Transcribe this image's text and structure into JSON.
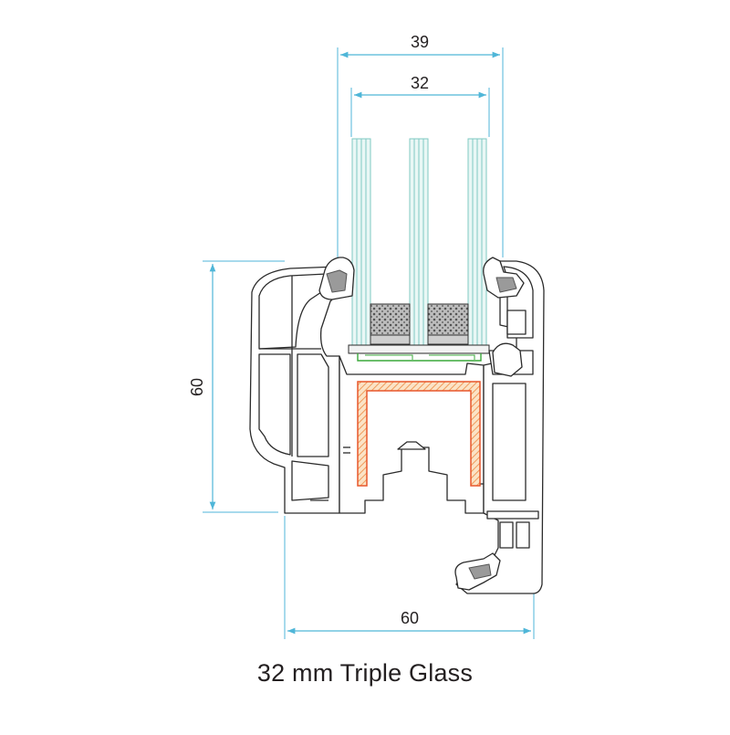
{
  "dimensions": {
    "overall_glass_width": "39",
    "glass_pack_width": "32",
    "frame_height": "60",
    "frame_depth": "60"
  },
  "caption": "32 mm Triple Glass",
  "colors": {
    "dimension_line": "#4fb6d8",
    "profile_outline": "#2b2b2b",
    "glass": "#7fc9c2",
    "steel_reinforcement": "#e8572b",
    "gasket": "#7a7a7a",
    "spacer": "#9a9a9a",
    "seal_green": "#3aa83a"
  }
}
